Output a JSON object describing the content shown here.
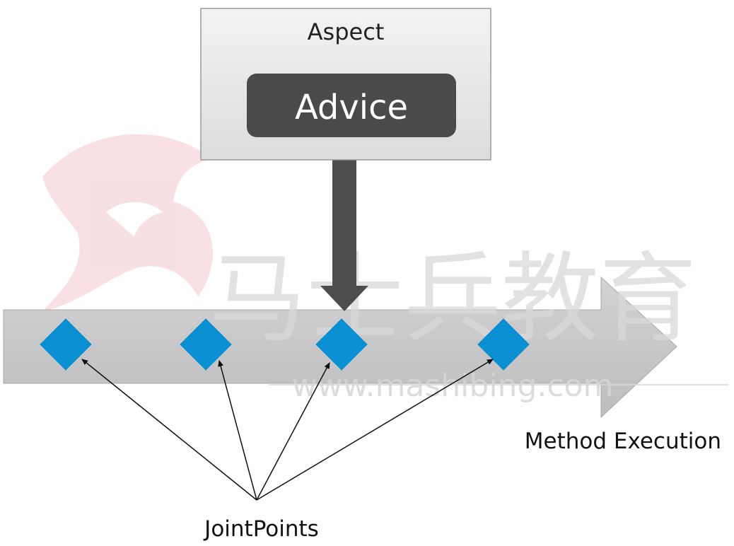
{
  "aspect": {
    "label": "Aspect"
  },
  "advice": {
    "label": "Advice"
  },
  "execution": {
    "label": "Method Execution"
  },
  "jointpoints": {
    "label": "JointPoints",
    "count": 4
  },
  "watermark": {
    "brand": "马士兵教育",
    "url": "www.mashibing.com"
  },
  "colors": {
    "aspect_fill": "#e6e6e6",
    "aspect_border": "#9a9a9a",
    "advice_fill": "#4a4a4a",
    "advice_text": "#ffffff",
    "arrow_down": "#4d4d4d",
    "band": "#c6c6c6",
    "diamond": "#0b8fd3",
    "pointer": "#111111",
    "watermark": "#d9d9d9",
    "logo": "#f2c7cf"
  }
}
